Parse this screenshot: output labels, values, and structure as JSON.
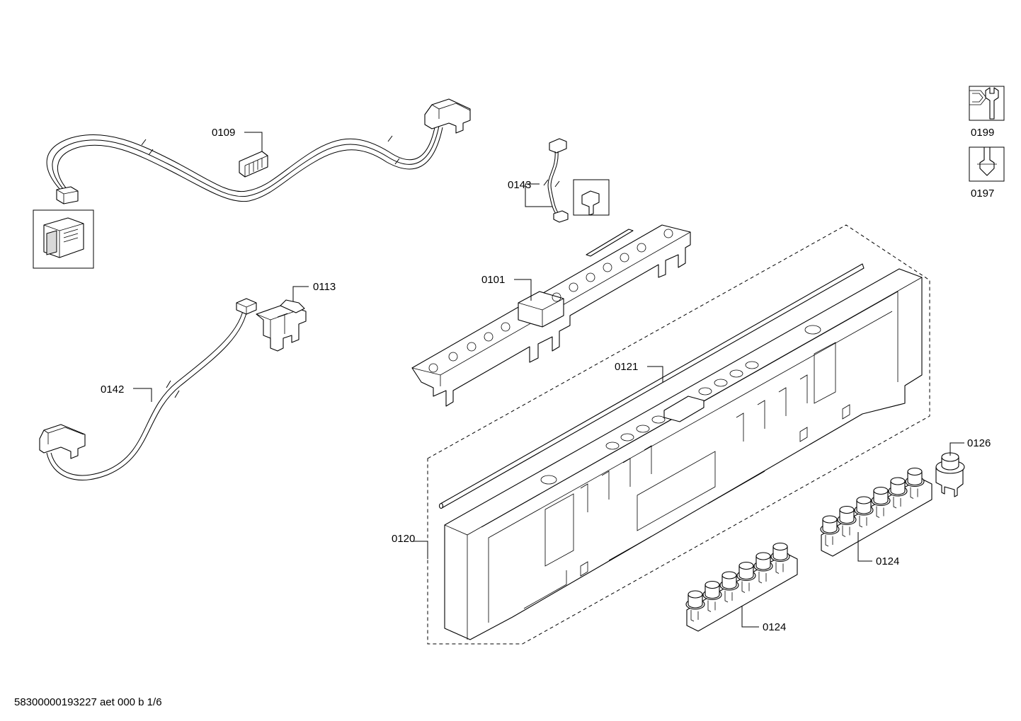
{
  "labels": {
    "p0109": "0109",
    "p0113": "0113",
    "p0142": "0142",
    "p0143": "0143",
    "p0101": "0101",
    "p0121": "0121",
    "p0120": "0120",
    "p0126": "0126",
    "p0124a": "0124",
    "p0124b": "0124",
    "p0199": "0199",
    "p0197": "0197"
  },
  "footer": {
    "code": "58300000193227 aet 000 b 1/6"
  },
  "icons": [
    "wrench-icon",
    "screwdriver-icon"
  ]
}
